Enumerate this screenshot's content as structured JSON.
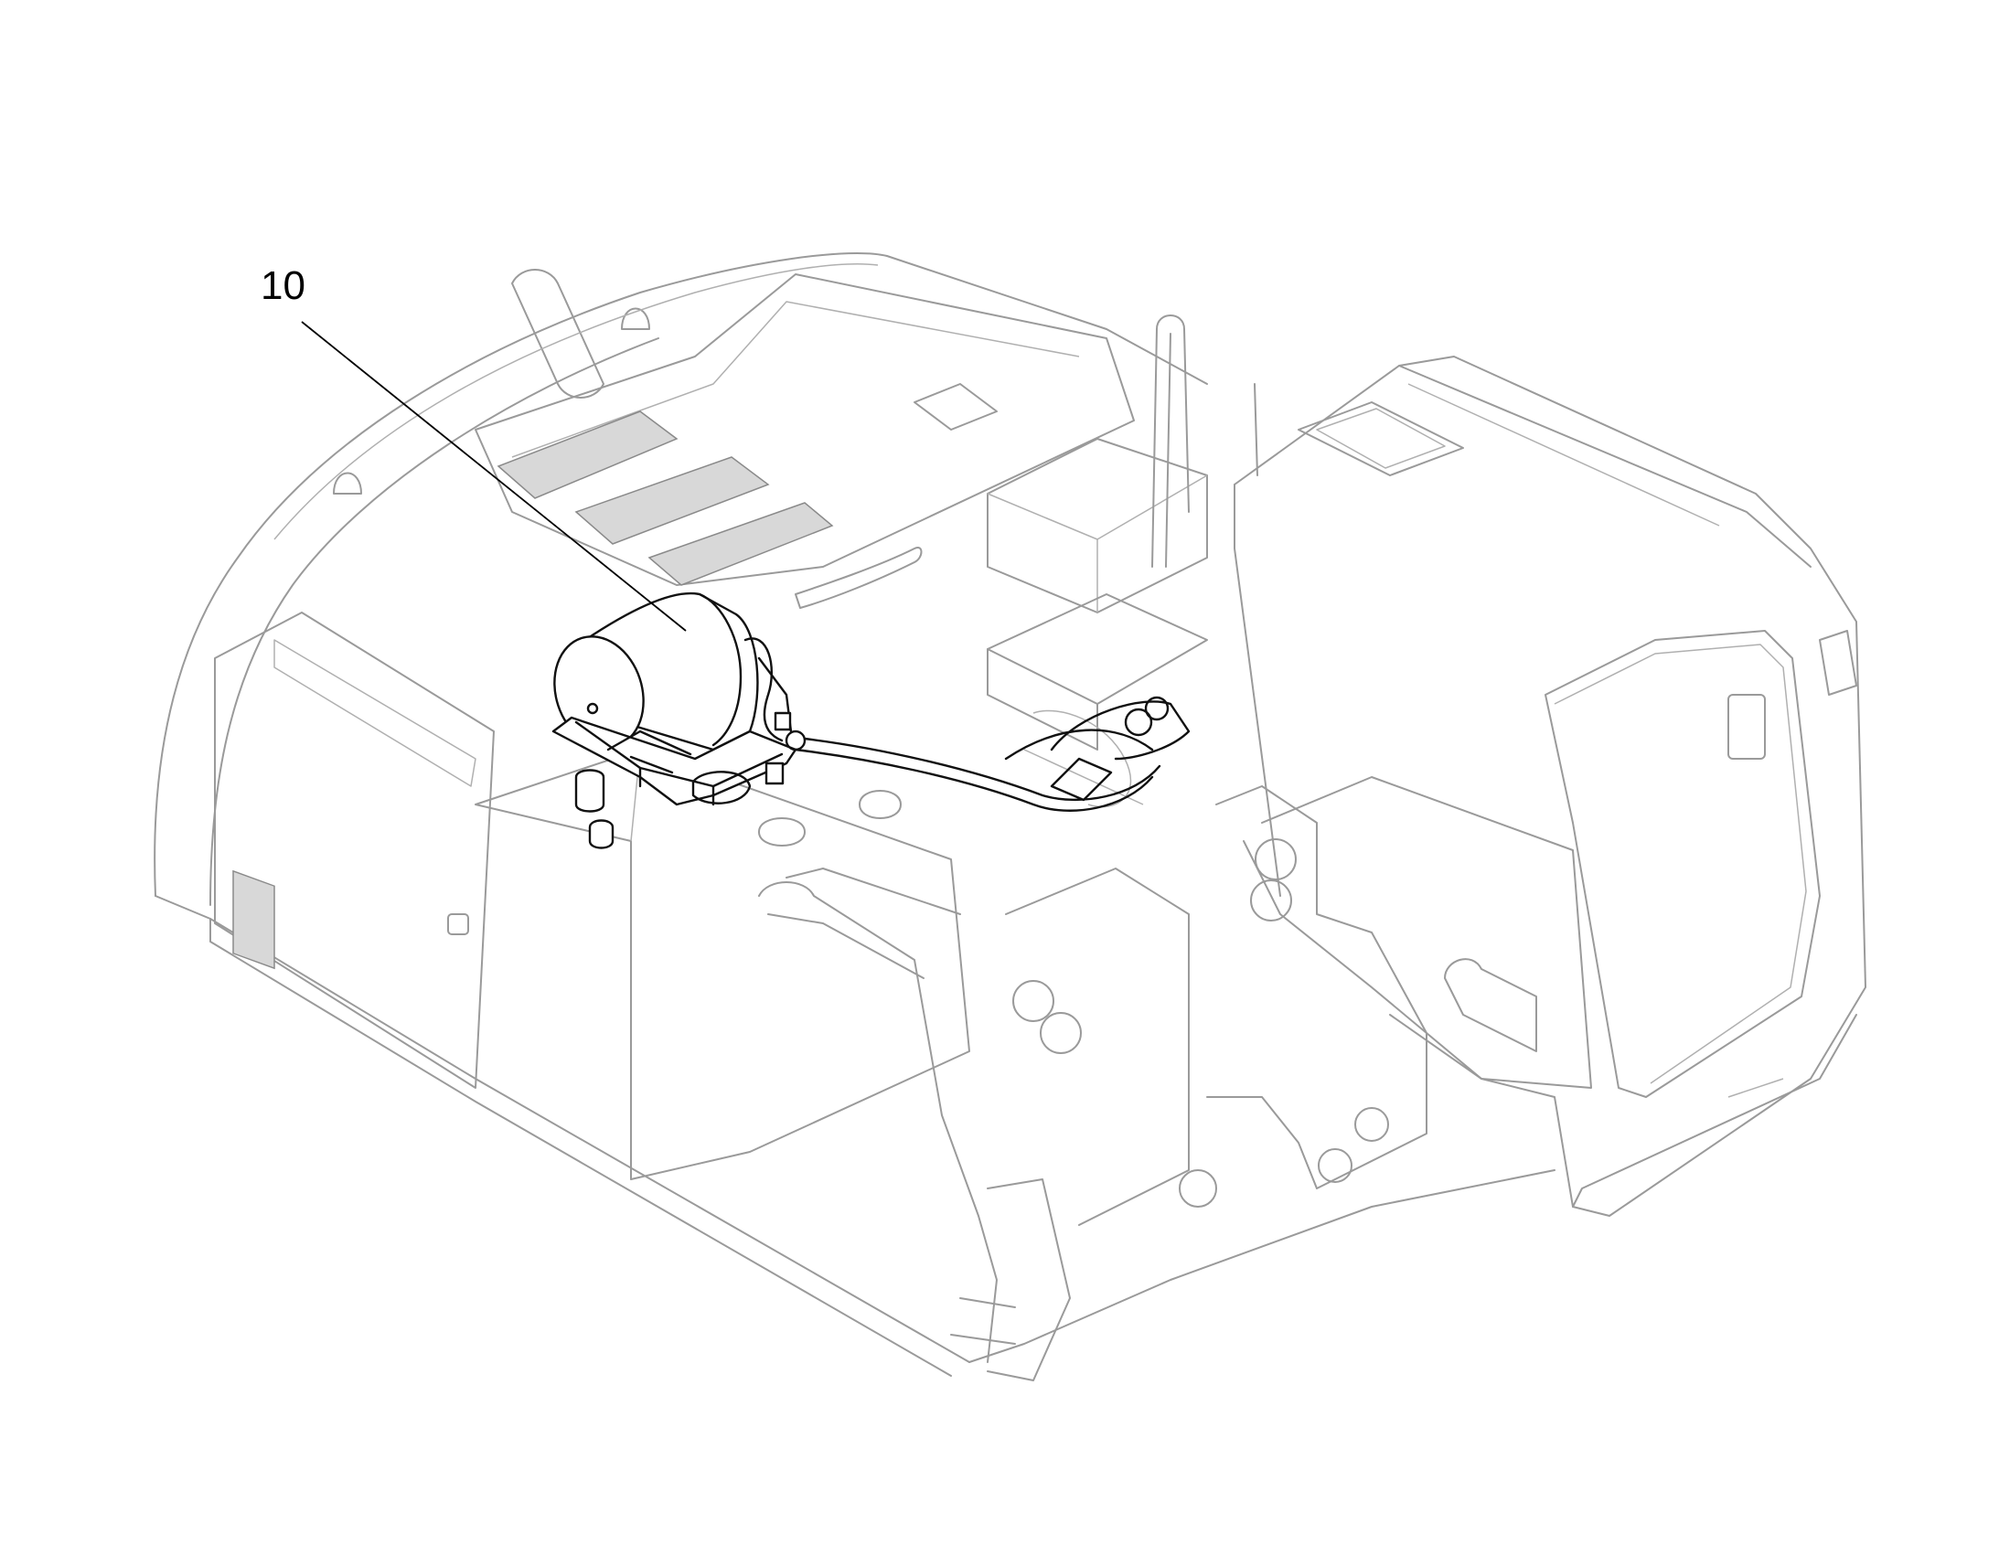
{
  "diagram": {
    "callouts": [
      {
        "id": "callout-10",
        "label": "10",
        "target": "air-tank"
      }
    ]
  }
}
